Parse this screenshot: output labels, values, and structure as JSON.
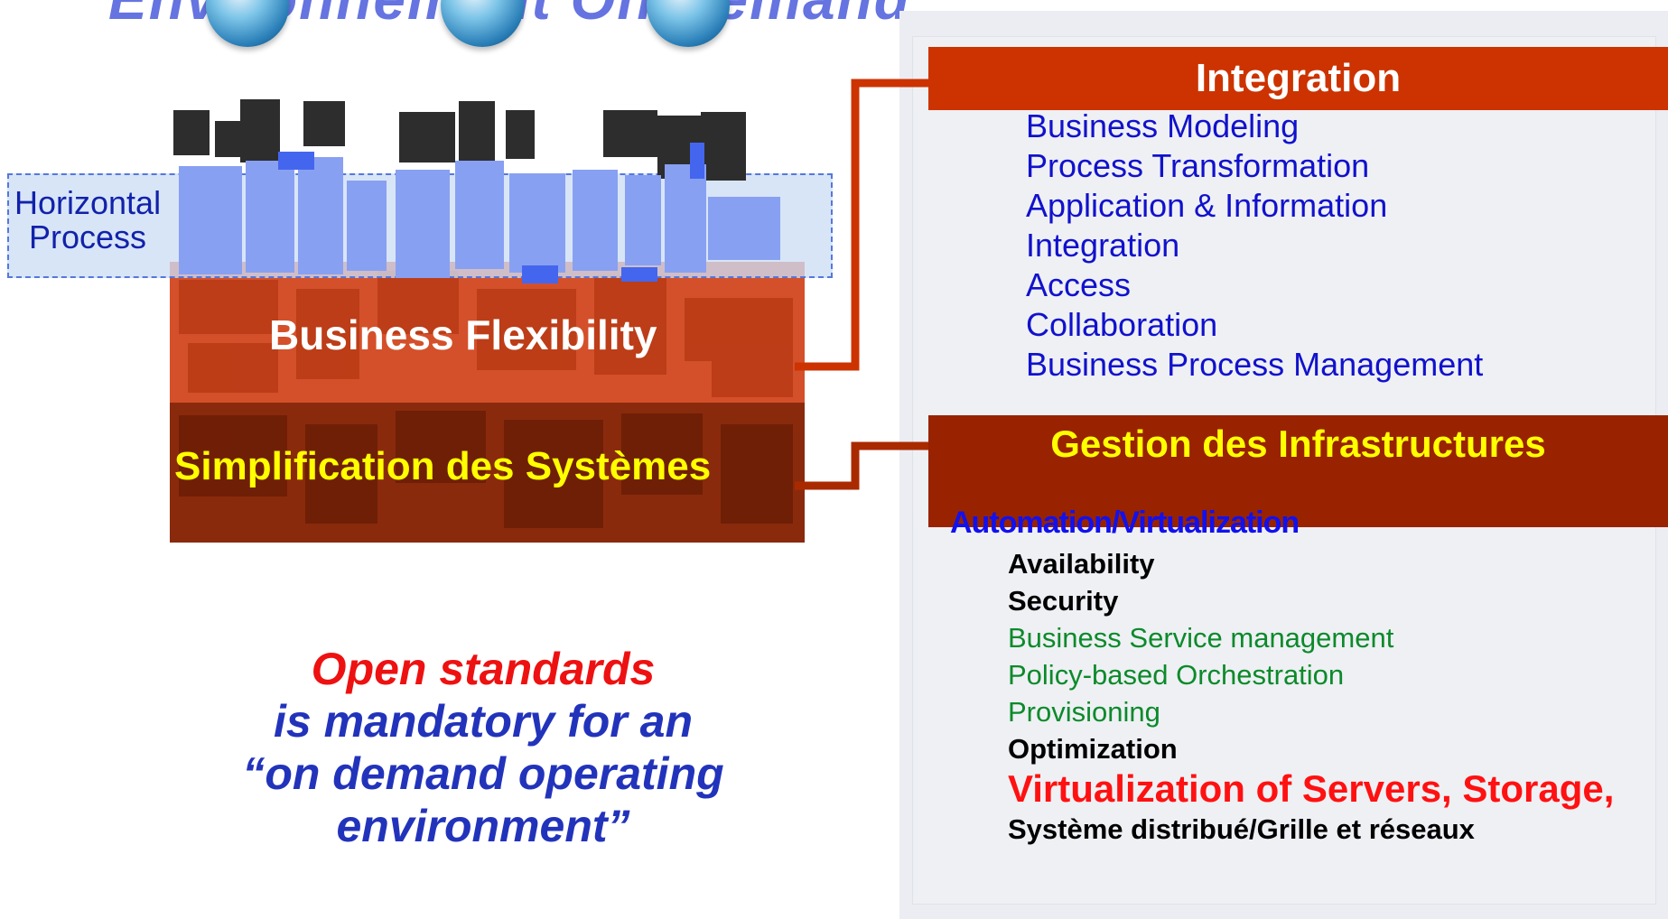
{
  "title": "Environnement On Demand",
  "diagram": {
    "horizontal_label_line1": "Horizontal",
    "horizontal_label_line2": "Process",
    "business_flexibility": "Business Flexibility",
    "simplification": "Simplification des Systèmes",
    "statement_red": "Open standards",
    "statement_blue_line1": "is mandatory for an",
    "statement_blue_line2": "“on demand operating environment”"
  },
  "integration": {
    "header": "Integration",
    "items": [
      "Business Modeling",
      "Process Transformation",
      "Application & Information",
      "Integration",
      "Access",
      "Collaboration",
      "Business Process Management"
    ]
  },
  "infrastructure": {
    "header": "Gestion des Infrastructures",
    "subtitle": "Automation/Virtualization",
    "items": [
      {
        "text": "Availability",
        "style": "black"
      },
      {
        "text": "Security",
        "style": "black"
      },
      {
        "text": "Business Service management",
        "style": "green"
      },
      {
        "text": "Policy-based Orchestration",
        "style": "green"
      },
      {
        "text": "Provisioning",
        "style": "green"
      },
      {
        "text": "Optimization",
        "style": "black"
      },
      {
        "text": "Virtualization of Servers, Storage,",
        "style": "red"
      },
      {
        "text": "Système distribué/Grille et réseaux",
        "style": "black"
      }
    ]
  },
  "colors": {
    "integration_header": "#cc3300",
    "gestion_header": "#992200",
    "brick_top": "#d4502a",
    "brick_bottom": "#7a2008",
    "connector": "#cc3300"
  }
}
